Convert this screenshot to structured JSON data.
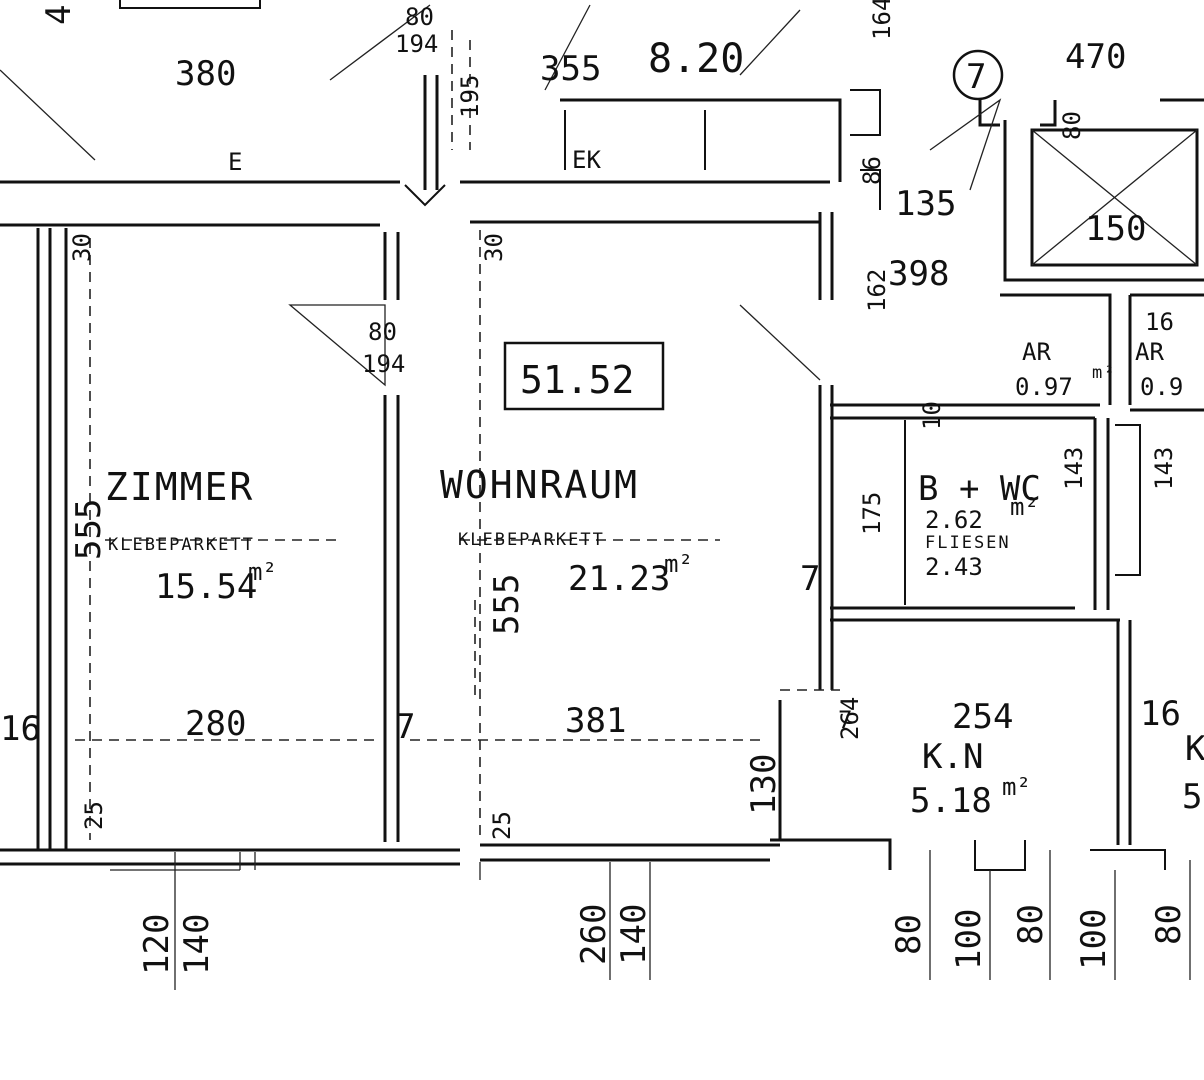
{
  "plan": {
    "unit_number": "51.52",
    "rooms": {
      "zimmer": {
        "name": "ZIMMER",
        "floor": "KLEBEPARKETT",
        "area": "15.54",
        "area_unit": "m²"
      },
      "wohnraum": {
        "name": "WOHNRAUM",
        "floor": "KLEBEPARKETT",
        "area": "21.23",
        "area_unit": "m²"
      },
      "bad": {
        "name": "B + WC",
        "area": "2.62",
        "area_unit": "m²",
        "note_1": "FLIESEN",
        "note_2": "2.43"
      },
      "kueche": {
        "name": "K.N",
        "area": "5.18",
        "area_unit": "m²"
      },
      "abstell_1": {
        "name": "AR",
        "area": "0.97",
        "area_unit": "m²"
      },
      "abstell_2": {
        "name": "AR",
        "area": "0.9"
      },
      "right_cut": {
        "name": "K",
        "area": "5"
      }
    },
    "marker": "7",
    "top_labels": {
      "d_380": "380",
      "d_355": "355",
      "d_820": "8.20",
      "d_470": "470",
      "d_135": "135",
      "d_398": "398",
      "d_150": "150",
      "door_80": "80",
      "door_194": "194",
      "d_195": "195",
      "d_80b": "80",
      "d_16": "16",
      "d_164": "164",
      "d_4": "4"
    },
    "wall_labels": {
      "d_30a": "30",
      "d_30b": "30",
      "d_86": "86",
      "d_80c": "80",
      "d_194b": "194",
      "d_162": "162",
      "d_555a": "555",
      "d_555b": "555",
      "d_280": "280",
      "d_381": "381",
      "d_16a": "16",
      "d_16b": "16",
      "d_254": "254",
      "d_130": "130",
      "d_25a": "25",
      "d_25b": "25",
      "d_7a": "7",
      "d_7b": "7",
      "d_7c": "7",
      "d_175": "175",
      "d_143a": "143",
      "d_143b": "143",
      "d_264": "264",
      "d_10": "10",
      "d_E": "E",
      "d_EK": "EK"
    },
    "bottom_labels": {
      "d_120": "120",
      "d_140a": "140",
      "d_260": "260",
      "d_140b": "140",
      "d_80a": "80",
      "d_100a": "100",
      "d_80b2": "80",
      "d_100b": "100",
      "d_80c2": "80"
    }
  }
}
